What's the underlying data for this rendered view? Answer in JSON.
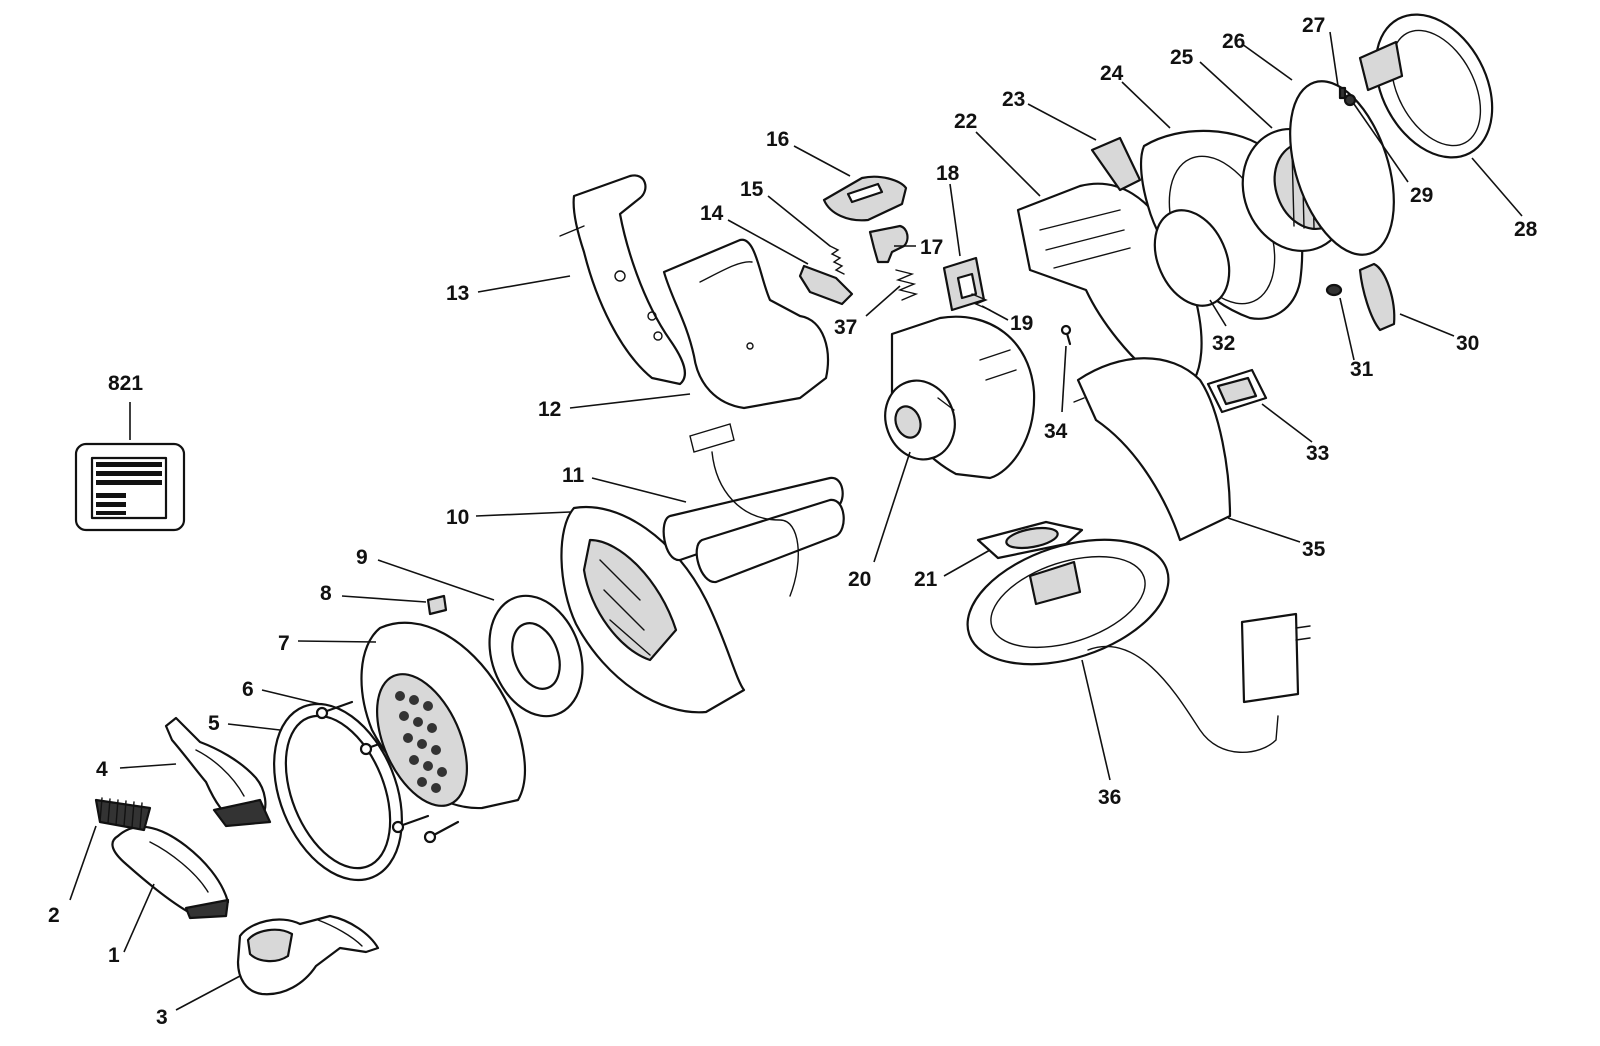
{
  "diagram": {
    "callouts": [
      "1",
      "2",
      "3",
      "4",
      "5",
      "6",
      "7",
      "8",
      "9",
      "10",
      "11",
      "12",
      "13",
      "14",
      "15",
      "16",
      "17",
      "18",
      "19",
      "20",
      "21",
      "22",
      "23",
      "24",
      "25",
      "26",
      "27",
      "28",
      "29",
      "30",
      "31",
      "32",
      "33",
      "34",
      "35",
      "36",
      "37",
      "821"
    ]
  }
}
